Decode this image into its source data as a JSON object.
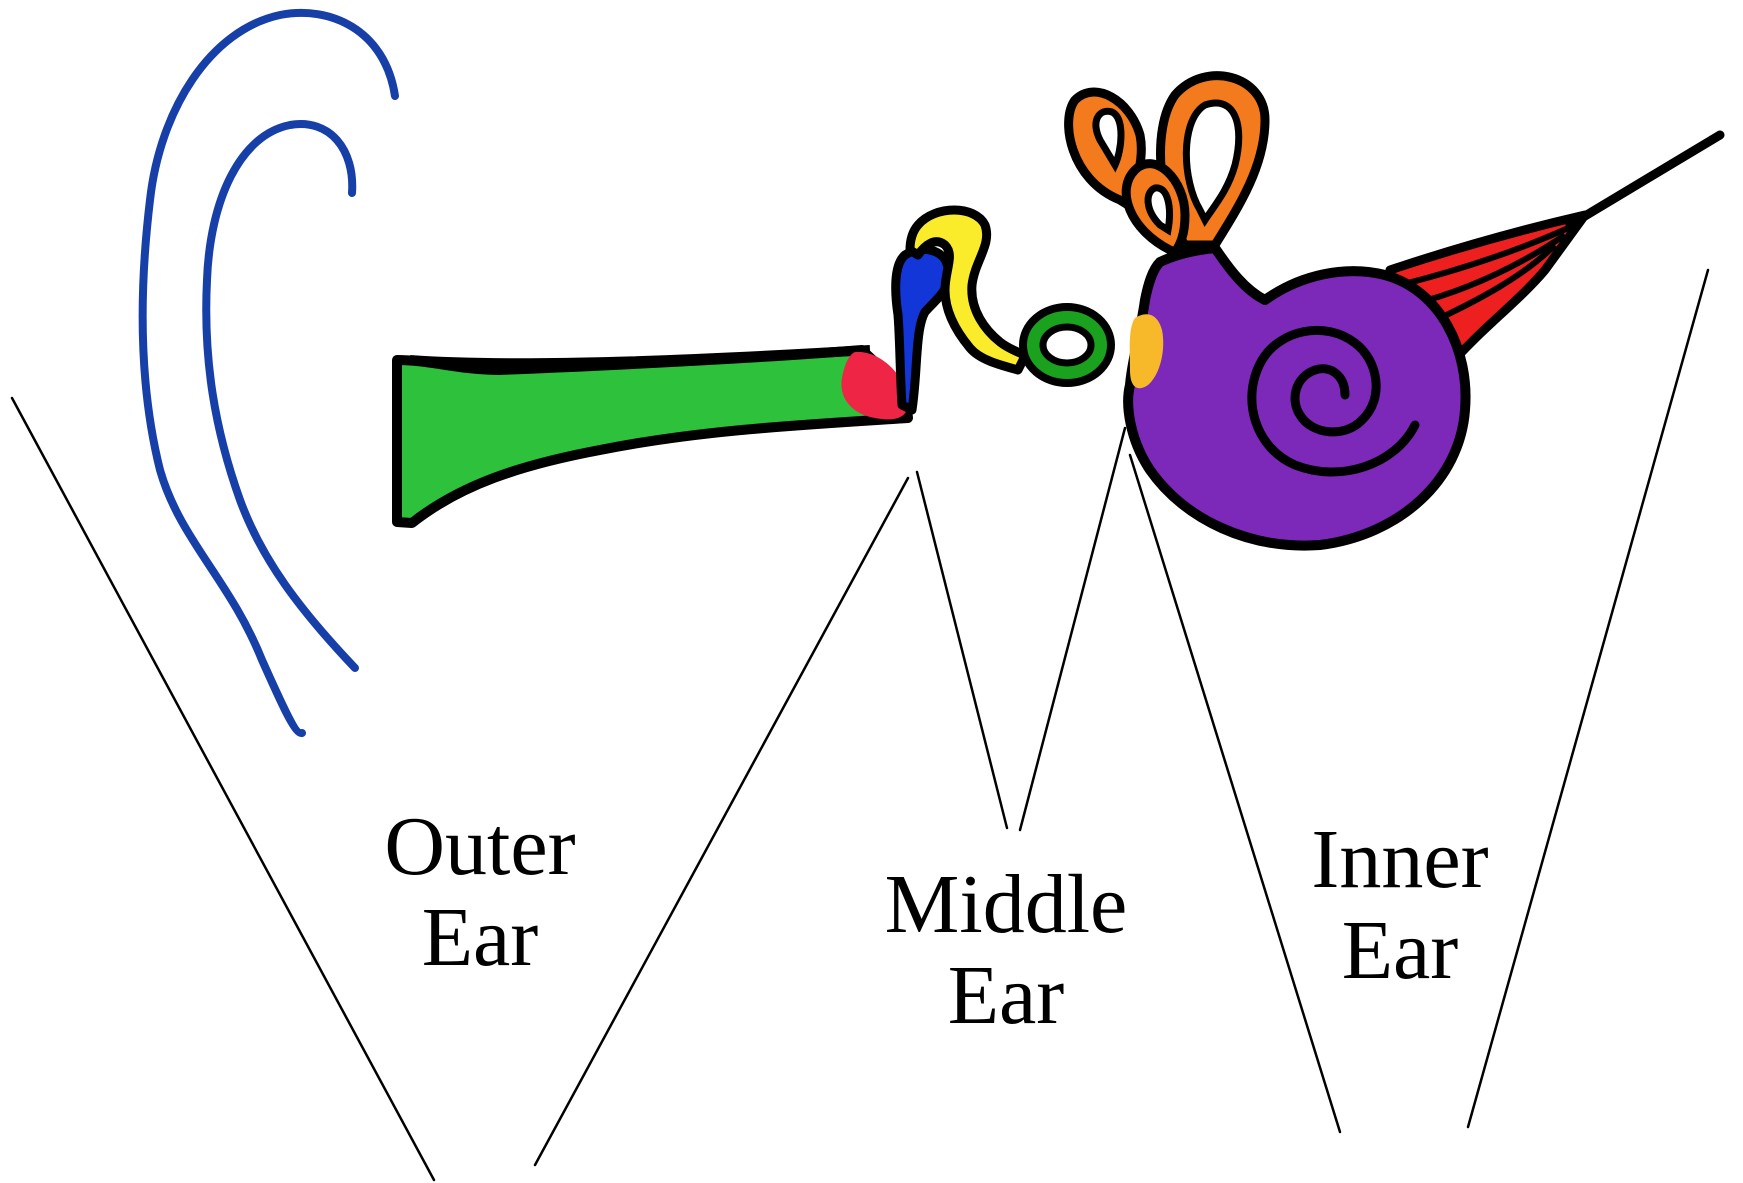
{
  "labels": {
    "outer": {
      "line1": "Outer",
      "line2": "Ear"
    },
    "middle": {
      "line1": "Middle",
      "line2": "Ear"
    },
    "inner": {
      "line1": "Inner",
      "line2": "Ear"
    }
  },
  "colors": {
    "pinna": "#173fa8",
    "ear_canal": "#2ec13c",
    "eardrum": "#ee2545",
    "malleus": "#1236d8",
    "incus": "#fbec2b",
    "stapes": "#1aa21f",
    "oval_window": "#f7b92a",
    "semicircular_canals": "#f47a1e",
    "cochlea": "#7c28b9",
    "auditory_nerve": "#ee1f1f",
    "outline": "#000000"
  }
}
